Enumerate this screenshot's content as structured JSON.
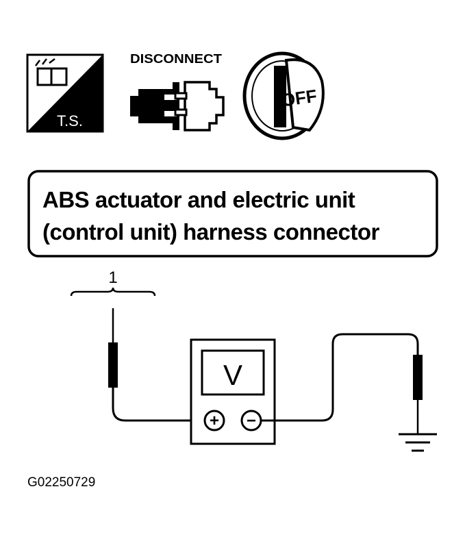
{
  "icons": {
    "ts_label": "T.S.",
    "disconnect_label": "DISCONNECT",
    "ignition_label": "OFF"
  },
  "caption": {
    "line1": "ABS actuator and electric unit",
    "line2": "(control unit) harness connector"
  },
  "terminal_number": "1",
  "meter": {
    "unit_label": "V",
    "positive_symbol": "+",
    "negative_symbol": "−"
  },
  "figure_id": "G02250729",
  "colors": {
    "ink": "#000000",
    "paper": "#ffffff"
  }
}
